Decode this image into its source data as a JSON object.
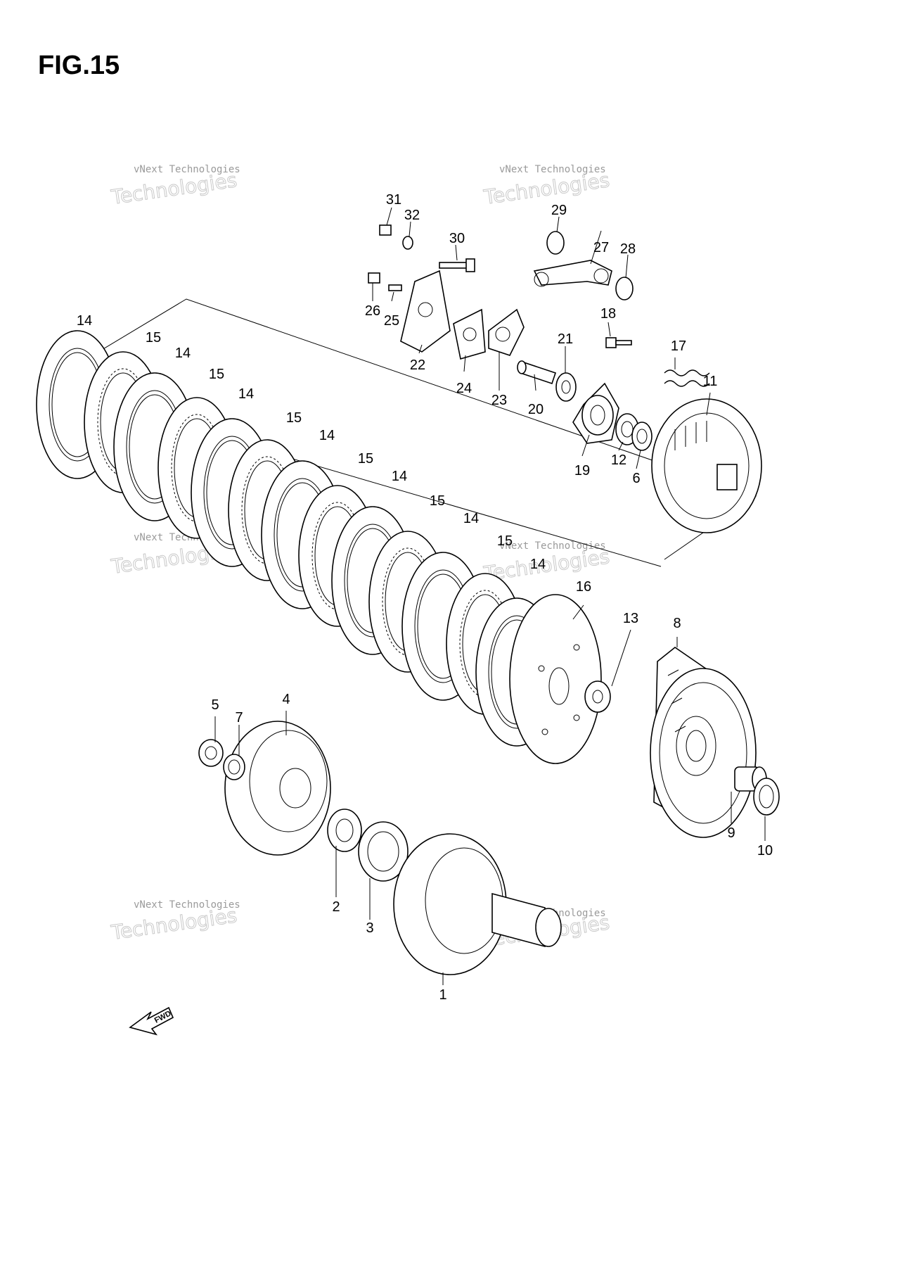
{
  "title": "FIG.15",
  "watermark": {
    "line1": "vNext Technologies",
    "line2": "Technologies",
    "line3": "vNext"
  },
  "fwd_label": "FWD",
  "callouts": [
    "1",
    "2",
    "3",
    "4",
    "5",
    "6",
    "7",
    "8",
    "9",
    "10",
    "11",
    "12",
    "13",
    "14",
    "15",
    "16",
    "17",
    "18",
    "19",
    "20",
    "21",
    "22",
    "23",
    "24",
    "25",
    "26",
    "27",
    "28",
    "29",
    "30",
    "31",
    "32"
  ]
}
